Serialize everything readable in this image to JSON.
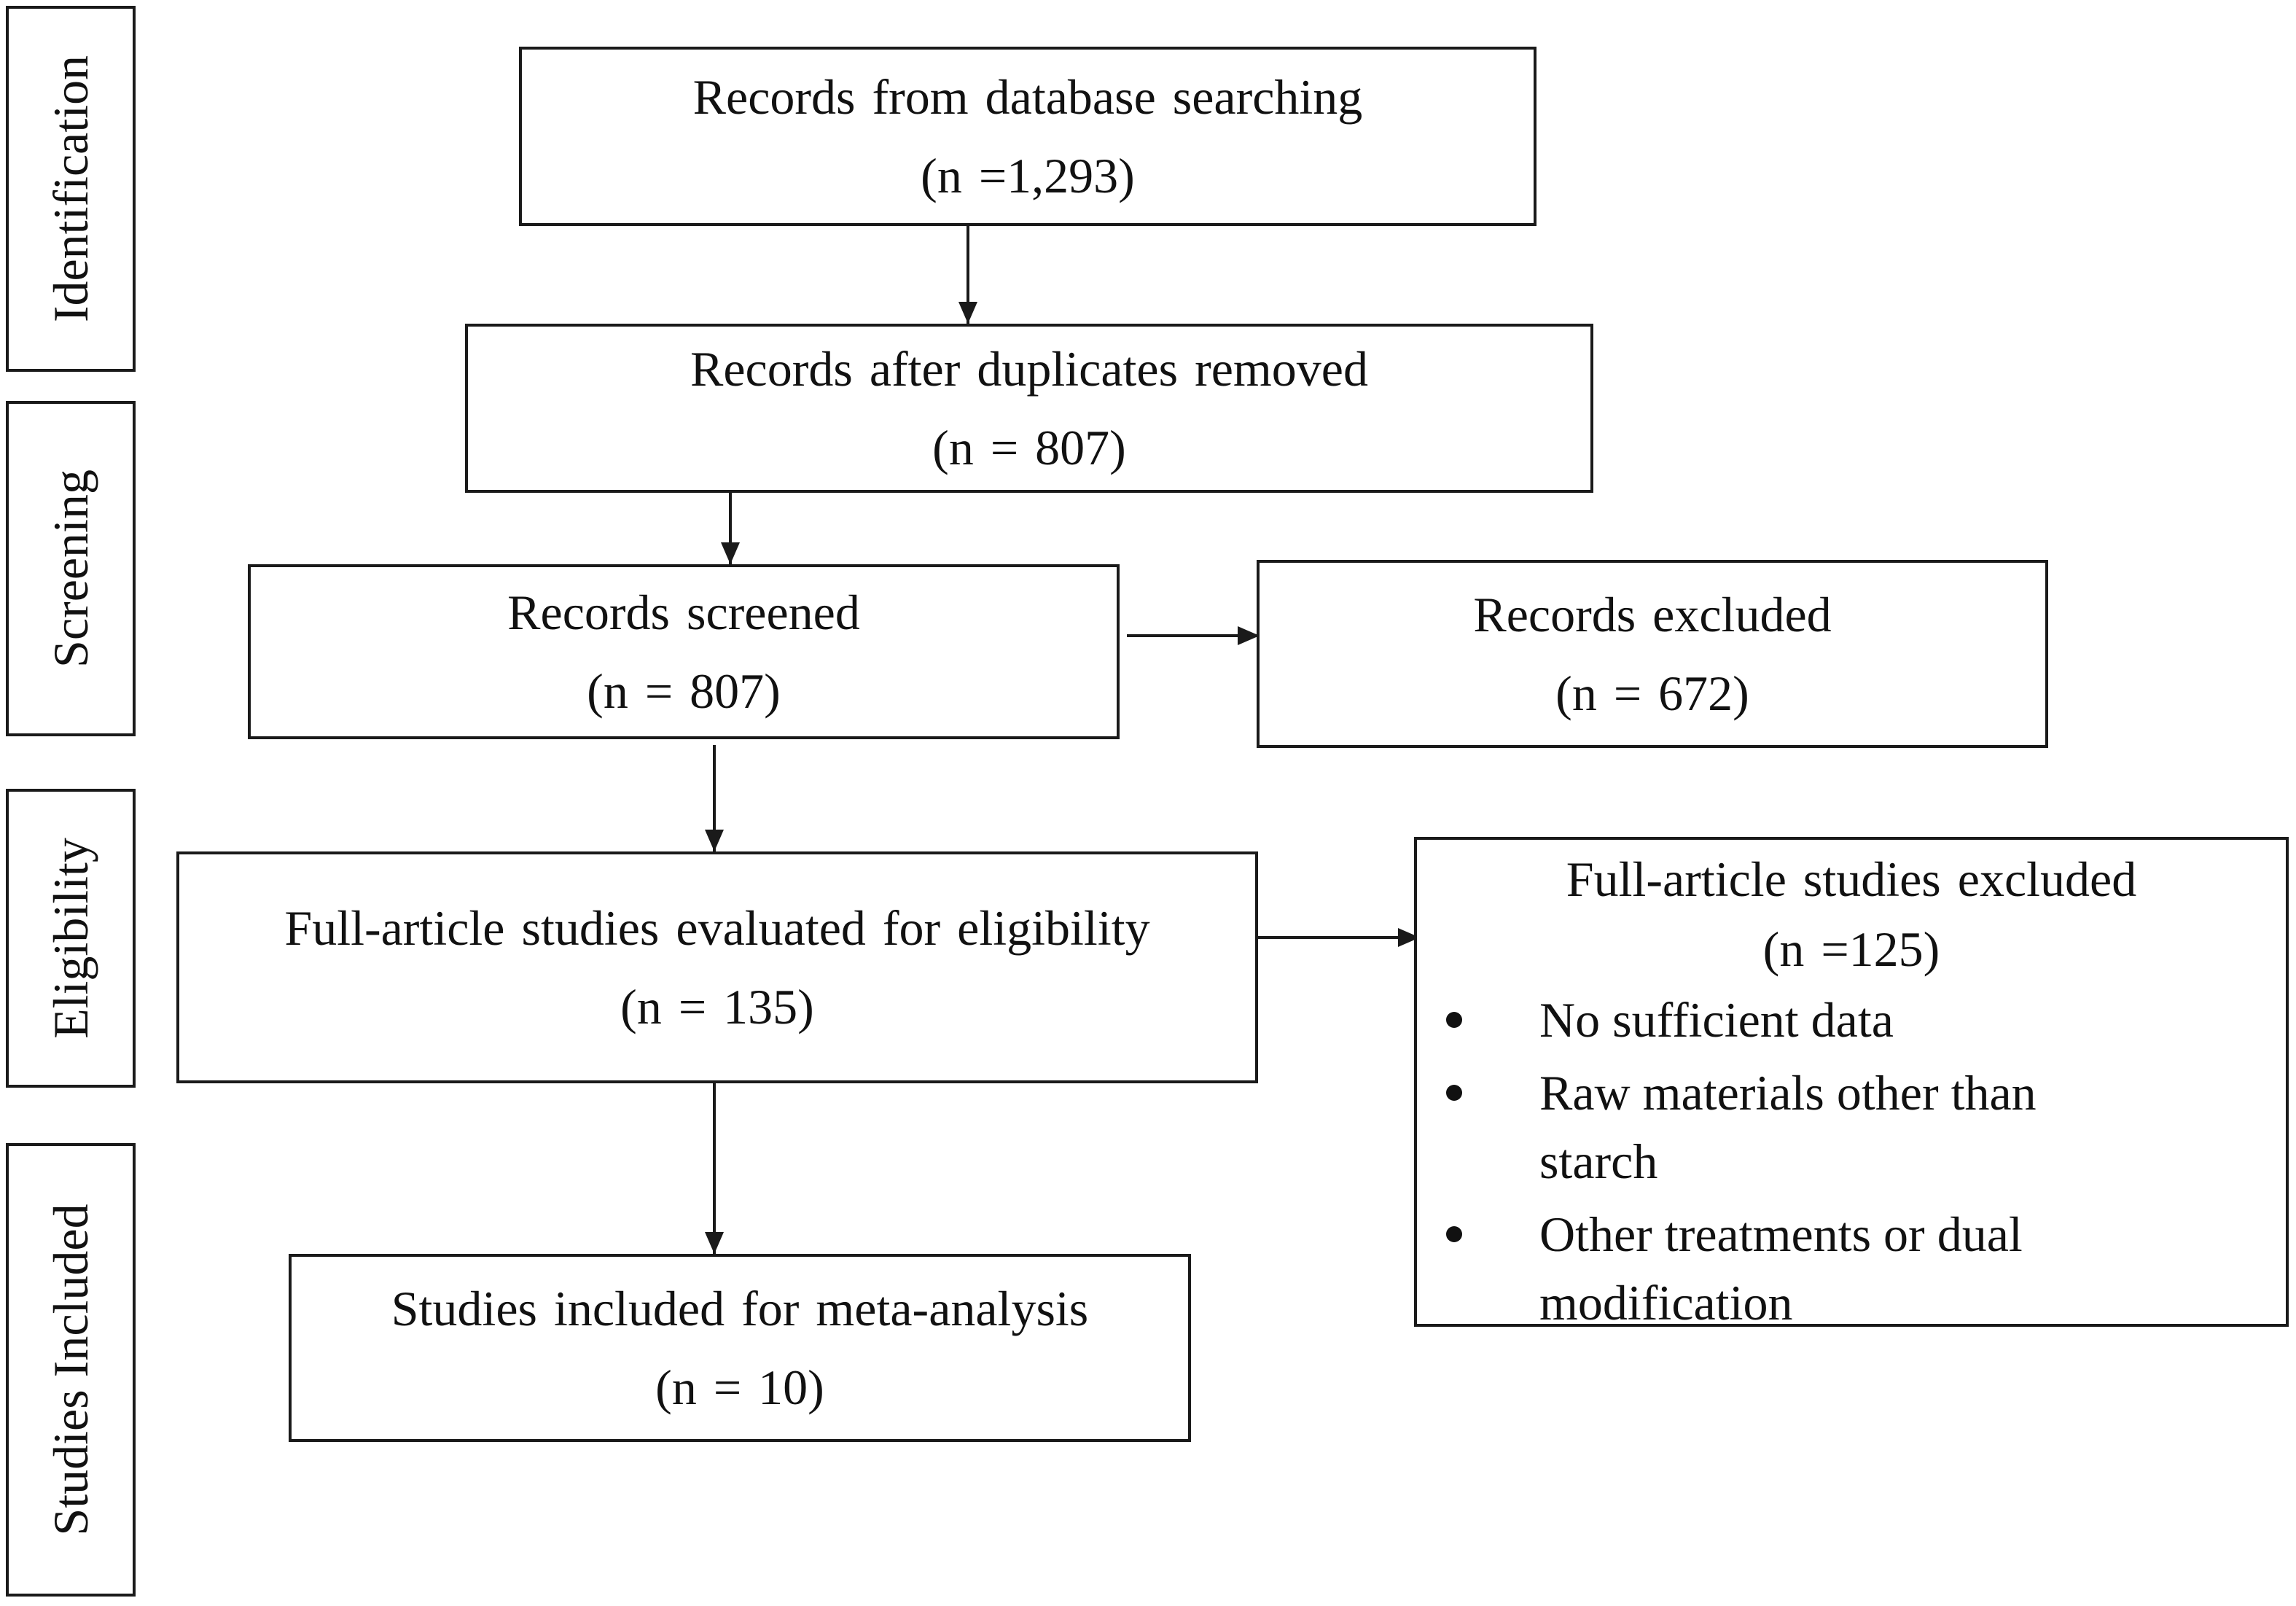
{
  "phases": {
    "identification": "Identification",
    "screening": "Screening",
    "eligibility": "Eligibility",
    "included": "Studies Included"
  },
  "boxes": {
    "database_search": {
      "title": "Records from database searching",
      "count": "(n =1,293)"
    },
    "duplicates_removed": {
      "title": "Records after duplicates removed",
      "count": "(n = 807)"
    },
    "screened": {
      "title": "Records screened",
      "count": "(n = 807)"
    },
    "excluded": {
      "title": "Records excluded",
      "count": "(n = 672)"
    },
    "full_text_evaluated": {
      "title": "Full-article  studies evaluated for eligibility",
      "count": "(n = 135)"
    },
    "full_text_excluded": {
      "title": "Full-article  studies excluded",
      "count": "(n =125)",
      "reasons": [
        {
          "line1": "No sufficient data",
          "line2": ""
        },
        {
          "line1": "Raw materials  other than",
          "line2": "starch"
        },
        {
          "line1": "Other treatments  or dual",
          "line2": "modification"
        }
      ]
    },
    "included": {
      "title": "Studies included  for meta-analysis",
      "count": "(n = 10)"
    }
  }
}
